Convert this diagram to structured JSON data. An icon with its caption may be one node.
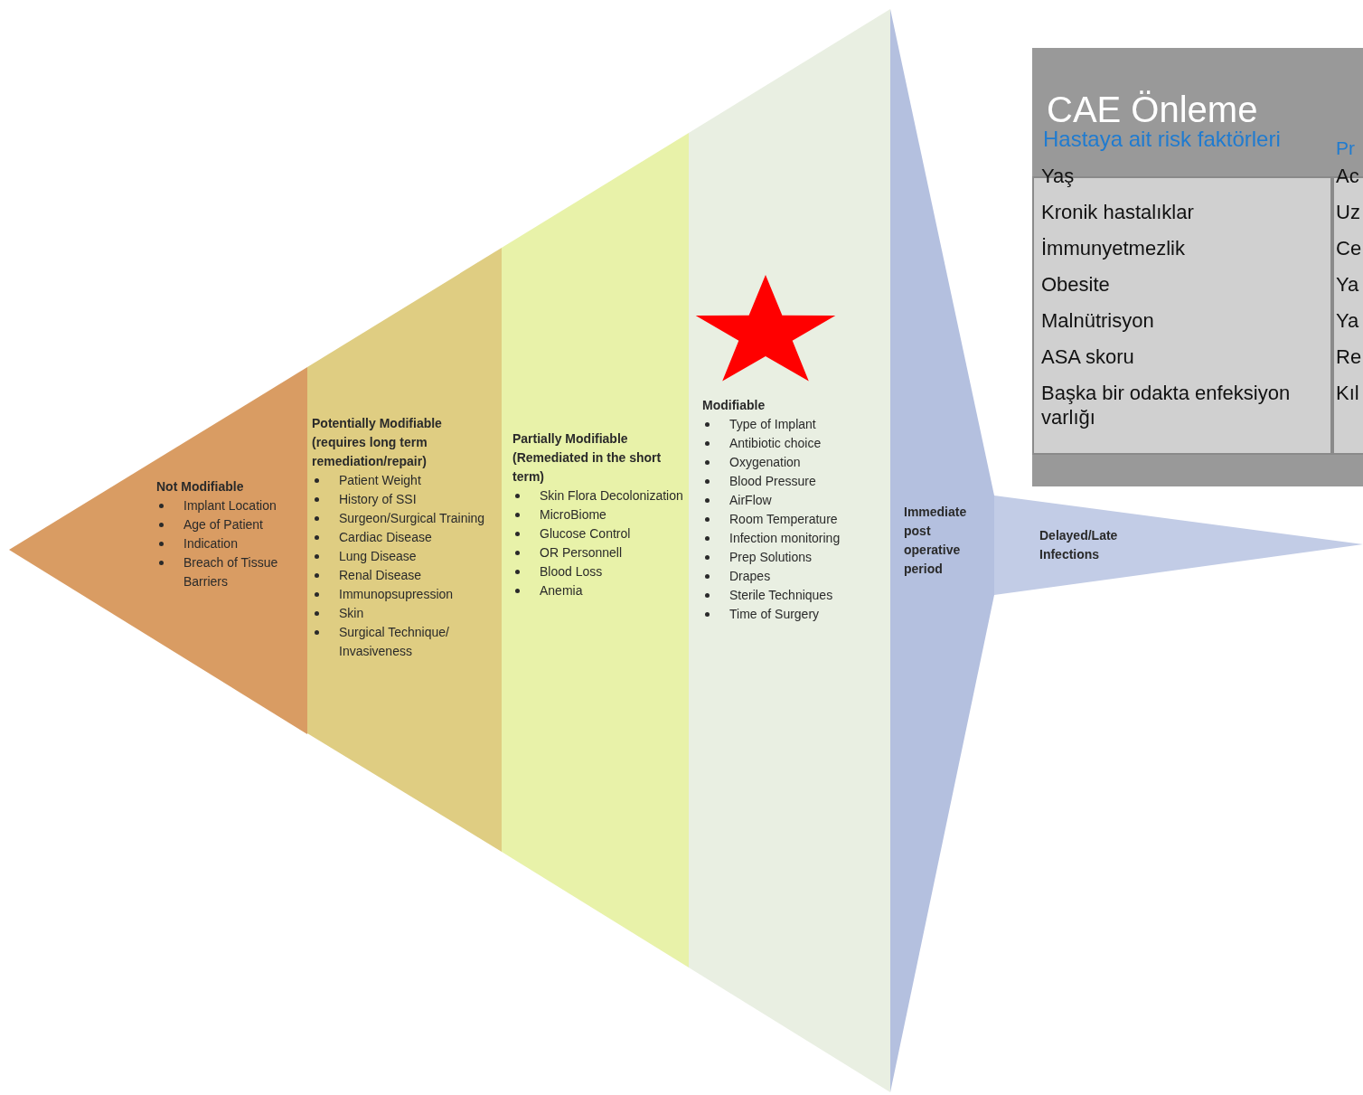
{
  "diagram": {
    "nodes": [
      {
        "text": [
          "Not Modifiable",
          "Implant Location",
          "Age of Patient",
          "Indication",
          "Breach of Tissue Barriers"
        ]
      },
      {
        "text": [
          "Potentially Modifiable (requires long term remediation/repair)",
          "Patient Weight",
          "History of SSI",
          "Surgeon/Surgical Training",
          "Cardiac Disease",
          "Lung Disease",
          "Renal Disease",
          "Immunopsupression",
          "Skin",
          "Surgical Technique/ Invasiveness"
        ]
      },
      {
        "text": [
          "Partially Modifiable (Remediated in the short term)",
          "Skin Flora Decolonization",
          "MicroBiome",
          "Glucose Control",
          "OR Personnell",
          "Blood Loss",
          "Anemia"
        ]
      },
      {
        "text": [
          "Modifiable",
          "Type of Implant",
          "Antibiotic choice",
          "Oxygenation",
          "Blood Pressure",
          "AirFlow",
          "Room Temperature",
          "Infection monitoring",
          "Prep Solutions",
          "Drapes",
          "Sterile Techniques",
          "Time of Surgery"
        ]
      },
      {
        "text": [
          "Immediate post operative period"
        ]
      },
      {
        "text": [
          "Delayed/Late Infections"
        ]
      },
      {
        "text": [
          "CAE Önleme"
        ]
      },
      {
        "text": [
          "Hastaya ait risk faktörleri",
          "Yaş",
          "Kronik hastalıklar",
          "İmmunyetmezlik",
          "Obesite",
          "Malnütrisyon",
          "ASA skoru",
          "Başka bir odakta enfeksiyon varlığı"
        ],
        "in": 6
      },
      {
        "text": [
          "Pr",
          "Ac",
          "Uz",
          "Ce",
          "Ya",
          "Ya",
          "Re",
          "Kıl"
        ],
        "in": 6
      }
    ]
  }
}
